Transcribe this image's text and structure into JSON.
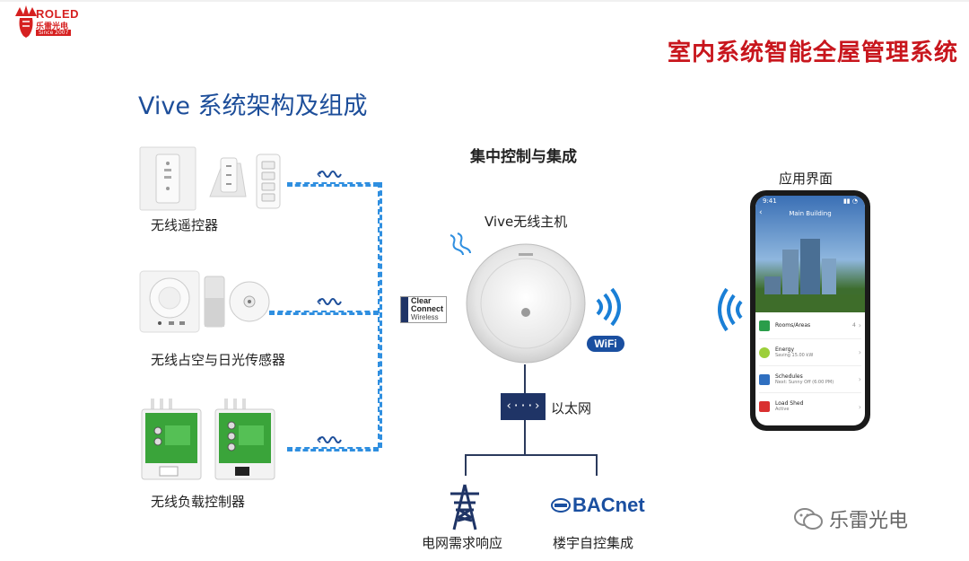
{
  "logo": {
    "brand": "ROLED",
    "chinese": "乐雷光电",
    "since": "Since 2007"
  },
  "page_title": "室内系统智能全屋管理系统",
  "section_title": "Vive 系统架构及组成",
  "center_title": "集中控制与集成",
  "hub_label": "Vive无线主机",
  "app_label": "应用界面",
  "devices": {
    "remote": "无线遥控器",
    "sensor": "无线占空与日光传感器",
    "load": "无线负载控制器"
  },
  "clear_connect": {
    "line1": "Clear",
    "line2": "Connect",
    "line3": "Wireless"
  },
  "wifi_badge": "WiFi",
  "ethernet_label": "以太网",
  "grid_label": "电网需求响应",
  "bms_label": "楼宇自控集成",
  "bacnet_text": "BACnet",
  "watermark": "乐雷光电",
  "phone": {
    "time": "9:41",
    "header": "Main Building",
    "items": [
      {
        "title": "Rooms/Areas",
        "sub": "",
        "extra": "4"
      },
      {
        "title": "Energy",
        "sub": "Saving 15.00 kW",
        "extra": ""
      },
      {
        "title": "Schedules",
        "sub": "Next: Sunny Off (6:00 PM)",
        "extra": ""
      },
      {
        "title": "Load Shed",
        "sub": "Active",
        "extra": ""
      }
    ]
  },
  "colors": {
    "title_red": "#c8161d",
    "blue": "#1d4e9a",
    "dash_blue": "#2f8fe0",
    "navy": "#1f3466"
  }
}
